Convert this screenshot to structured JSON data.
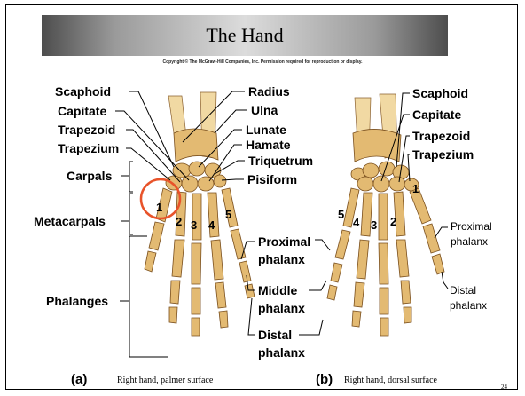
{
  "title": "The Hand",
  "copyright": "Copyright © The McGraw-Hill Companies, Inc. Permission required for reproduction or display.",
  "labels": {
    "scaphoid": "Scaphoid",
    "capitate": "Capitate",
    "trapezoid": "Trapezoid",
    "trapezium": "Trapezium",
    "carpals": "Carpals",
    "metacarpals": "Metacarpals",
    "phalanges": "Phalanges",
    "radius": "Radius",
    "ulna": "Ulna",
    "lunate": "Lunate",
    "hamate": "Hamate",
    "triquetrum": "Triquetrum",
    "pisiform": "Pisiform",
    "proximal_phalanx_1": "Proximal",
    "proximal_phalanx_2": "phalanx",
    "middle_phalanx_1": "Middle",
    "middle_phalanx_2": "phalanx",
    "distal_phalanx_1": "Distal",
    "distal_phalanx_2": "phalanx",
    "scaphoid_r": "Scaphoid",
    "capitate_r": "Capitate",
    "trapezoid_r": "Trapezoid",
    "trapezium_r": "Trapezium",
    "proximal_r_1": "Proximal",
    "proximal_r_2": "phalanx",
    "distal_r_1": "Distal",
    "distal_r_2": "phalanx"
  },
  "digits_left": [
    "1",
    "2",
    "3",
    "4",
    "5"
  ],
  "digits_right": [
    "5",
    "4",
    "3",
    "2",
    "1"
  ],
  "captions": {
    "a_letter": "(a)",
    "a_text": "Right hand, palmer surface",
    "b_letter": "(b)",
    "b_text": "Right hand, dorsal surface"
  },
  "slide_number": "24",
  "colors": {
    "bone": "#e3ba72",
    "highlight_circle": "#e8532a"
  }
}
